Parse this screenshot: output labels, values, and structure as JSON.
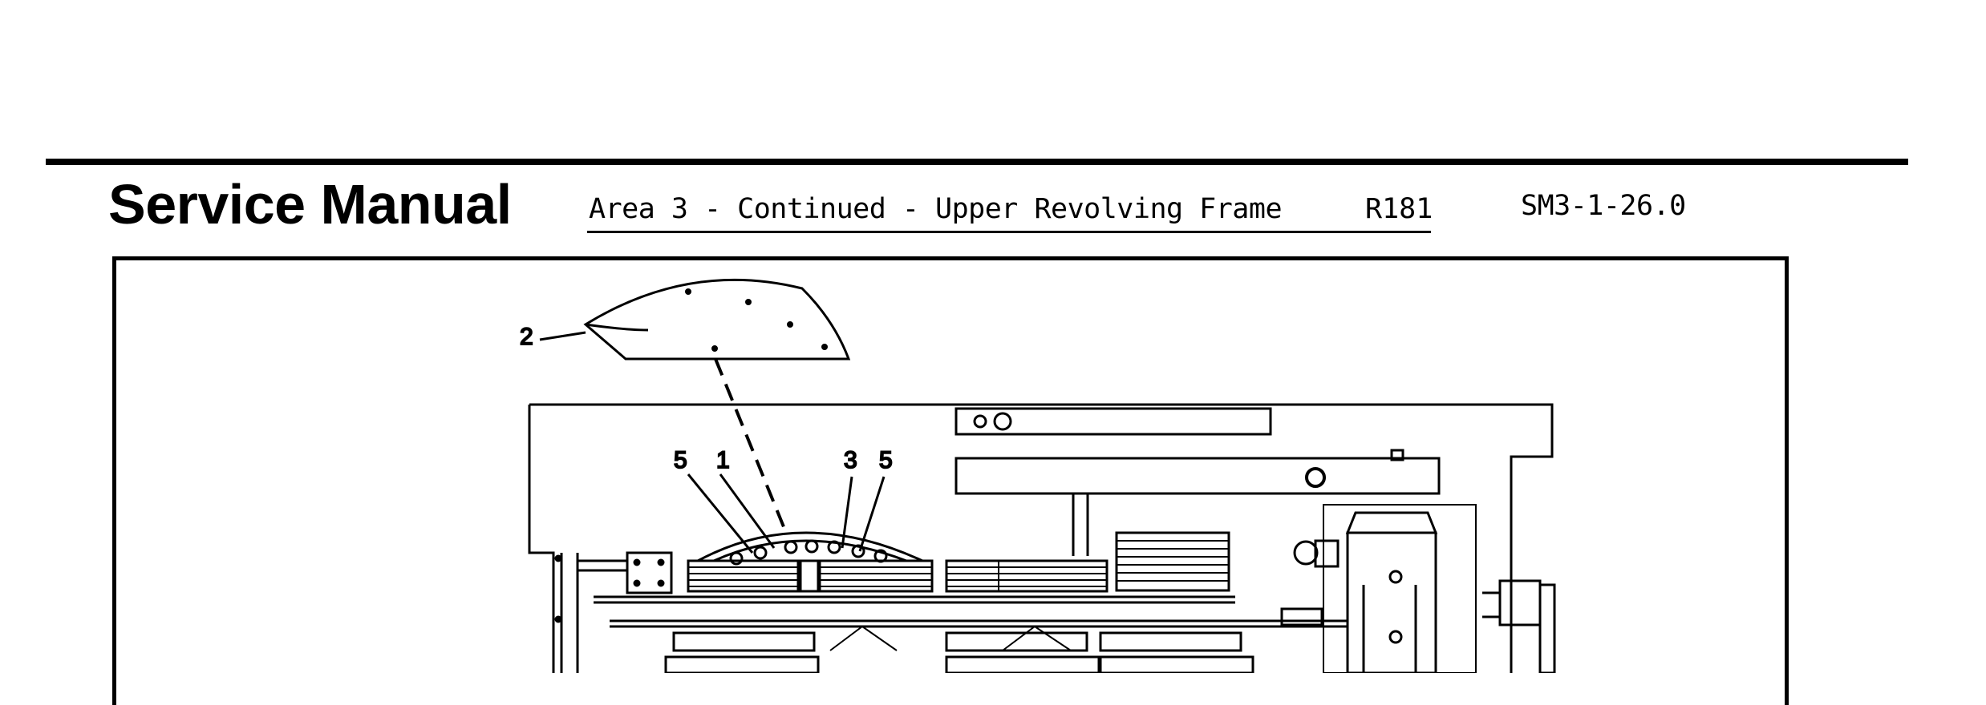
{
  "header": {
    "manual_title": "Service Manual",
    "section_title": "Area 3 - Continued - Upper Revolving Frame",
    "revision": "R181",
    "page_code": "SM3-1-26.0"
  },
  "figure": {
    "callouts": {
      "c2": "2",
      "c5_left": "5",
      "c1": "1",
      "c3": "3",
      "c5_right": "5"
    }
  }
}
